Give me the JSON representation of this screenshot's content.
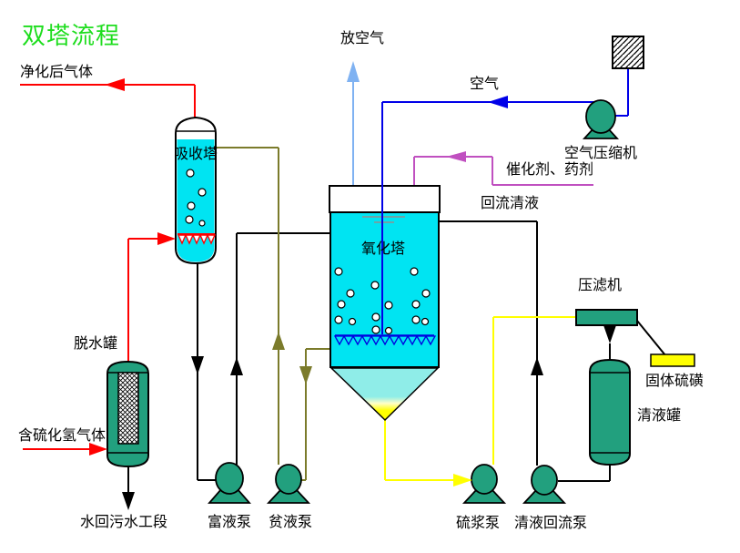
{
  "title": {
    "text": "双塔流程",
    "color": "#1EDD1E"
  },
  "labels": {
    "purified_gas": "净化后气体",
    "vent_air": "放空气",
    "air": "空气",
    "air_compressor": "空气压缩机",
    "catalyst_agent": "催化剂、药剂",
    "reflux_clear_liquid": "回流清液",
    "absorber_tower": "吸收塔",
    "oxidation_tower": "氧化塔",
    "dehydration_tank": "脱水罐",
    "h2s_gas": "含硫化氢气体",
    "water_to_sewage": "水回污水工段",
    "rich_liquid_pump": "富液泵",
    "lean_liquid_pump": "贫液泵",
    "sulfur_slurry_pump": "硫浆泵",
    "clear_liquid_reflux_pump": "清液回流泵",
    "filter_press": "压滤机",
    "solid_sulfur": "固体硫磺",
    "clear_liquid_tank": "清液罐"
  },
  "colors": {
    "title_green": "#1EDD1E",
    "vessel_cyan": "#00E4F2",
    "equipment_teal": "#22A07E",
    "pipe_red": "#FF0000",
    "pipe_black": "#000000",
    "pipe_olive": "#7B7B2B",
    "pipe_blue_air": "#0000E8",
    "pipe_lightblue_vent": "#7FB2F2",
    "pipe_magenta_catalyst": "#C050C0",
    "pipe_yellow_slurry": "#FFFF00",
    "cone_tip_yellow": "#FFFF00",
    "solid_sulfur_yellow": "#FFFF00"
  }
}
